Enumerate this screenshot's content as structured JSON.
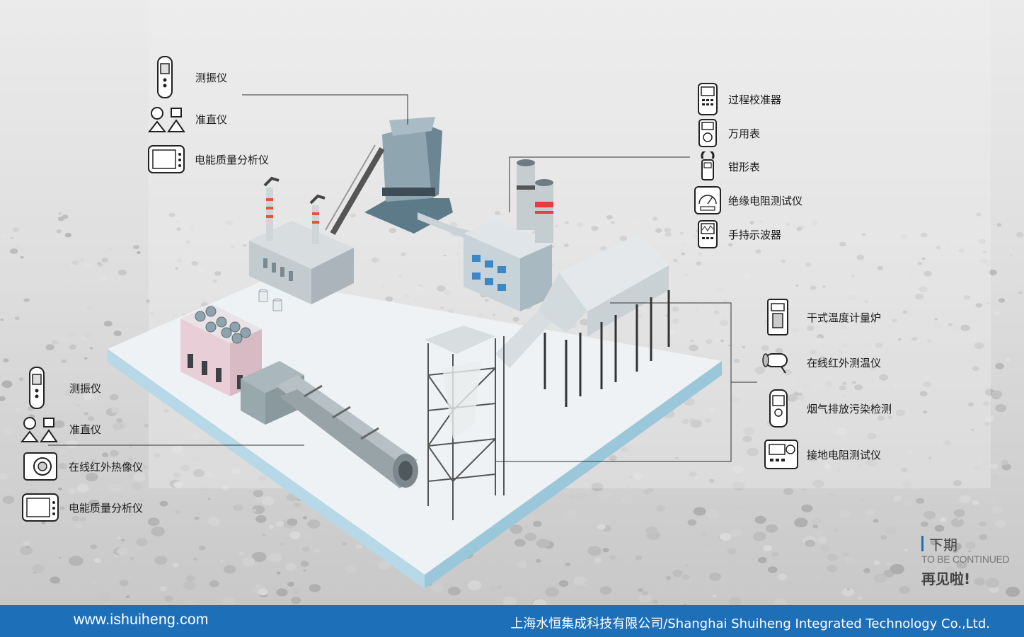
{
  "colors": {
    "brand_blue": "#1d70b8",
    "platform_top": "#eef2f4",
    "platform_side": "#a9cfe0",
    "accent_red": "#e2403a"
  },
  "callouts": {
    "top_left": [
      {
        "label": "测振仪",
        "icon": "vibration-meter-icon"
      },
      {
        "label": "准直仪",
        "icon": "collimator-icon"
      },
      {
        "label": "电能质量分析仪",
        "icon": "power-quality-analyzer-icon"
      }
    ],
    "top_right": [
      {
        "label": "过程校准器",
        "icon": "process-calibrator-icon"
      },
      {
        "label": "万用表",
        "icon": "multimeter-icon"
      },
      {
        "label": "钳形表",
        "icon": "clamp-meter-icon"
      },
      {
        "label": "绝缘电阻测试仪",
        "icon": "insulation-tester-icon"
      },
      {
        "label": "手持示波器",
        "icon": "handheld-oscilloscope-icon"
      }
    ],
    "mid_right": [
      {
        "label": "干式温度计量炉",
        "icon": "dry-block-calibrator-icon"
      },
      {
        "label": "在线红外测温仪",
        "icon": "infrared-thermometer-icon"
      },
      {
        "label": "烟气排放污染检测",
        "icon": "flue-gas-analyzer-icon"
      },
      {
        "label": "接地电阻测试仪",
        "icon": "earth-resistance-tester-icon"
      }
    ],
    "bottom_left": [
      {
        "label": "测振仪",
        "icon": "vibration-meter-icon"
      },
      {
        "label": "准直仪",
        "icon": "collimator-icon"
      },
      {
        "label": "在线红外热像仪",
        "icon": "thermal-camera-icon"
      },
      {
        "label": "电能质量分析仪",
        "icon": "power-quality-analyzer-icon"
      }
    ]
  },
  "continued": {
    "title": "下期",
    "english": "TO BE CONTINUED",
    "farewell": "再见啦!"
  },
  "footer": {
    "url": "www.ishuiheng.com",
    "company": "上海水恒集成科技有限公司/Shanghai Shuiheng Integrated Technology Co.,Ltd."
  }
}
